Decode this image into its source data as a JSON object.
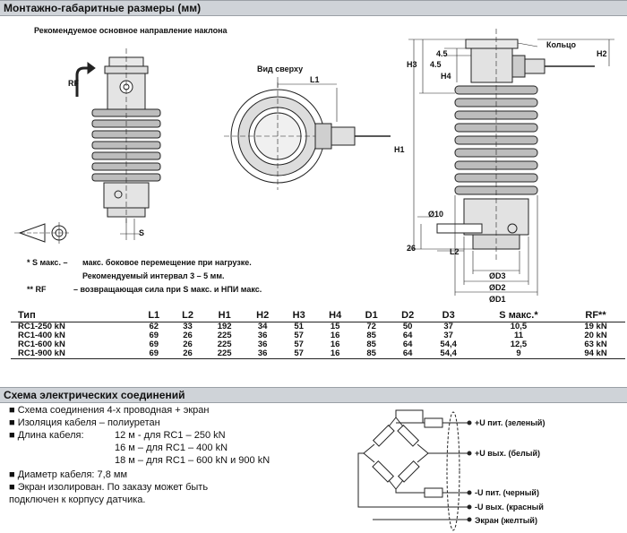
{
  "section1": {
    "title": "Монтажно-габаритные размеры (мм)"
  },
  "drawing": {
    "front_caption": "Рекомендуемое основное направление наклона",
    "rf": "RF",
    "s": "S",
    "top_view": "Вид сверху",
    "l1": "L1",
    "ring": "Кольцо",
    "dim_45a": "4.5",
    "dim_45b": "4.5",
    "h3": "H3",
    "h4": "H4",
    "h2": "H2",
    "h1": "H1",
    "d10": "Ø10",
    "d26": "26",
    "l2": "L2",
    "d3": "ØD3",
    "d2": "ØD2",
    "d1": "ØD1"
  },
  "notes": {
    "n1_key": "* S макс. –",
    "n1_text": "макс. боковое перемещение при нагрузке.",
    "n1_text2": "Рекомендуемый интервал 3 – 5 мм.",
    "n2_key": "** RF",
    "n2_text": "– возвращающая сила при S макс. и НПИ макс."
  },
  "table": {
    "headers": [
      "Тип",
      "L1",
      "L2",
      "H1",
      "H2",
      "H3",
      "H4",
      "D1",
      "D2",
      "D3",
      "S макс.*",
      "RF**"
    ],
    "rows": [
      [
        "RC1-250 kN",
        "62",
        "33",
        "192",
        "34",
        "51",
        "15",
        "72",
        "50",
        "37",
        "10,5",
        "19 kN"
      ],
      [
        "RC1-400 kN",
        "69",
        "26",
        "225",
        "36",
        "57",
        "16",
        "85",
        "64",
        "37",
        "11",
        "20 kN"
      ],
      [
        "RC1-600 kN",
        "69",
        "26",
        "225",
        "36",
        "57",
        "16",
        "85",
        "64",
        "54,4",
        "12,5",
        "63 kN"
      ],
      [
        "RC1-900 kN",
        "69",
        "26",
        "225",
        "36",
        "57",
        "16",
        "85",
        "64",
        "54,4",
        "9",
        "94 kN"
      ]
    ]
  },
  "section2": {
    "title": "Схема электрических соединений"
  },
  "elec": {
    "bullet": "■",
    "l1": "Схема соединения 4-х проводная + экран",
    "l2": "Изоляция кабеля – полиуретан",
    "l3": "Длина кабеля:",
    "l3a": "12 м  - для RC1 – 250 kN",
    "l3b": "16 м – для RC1 – 400 kN",
    "l3c": "18 м – для RC1 – 600 kN и 900 kN",
    "l4": "Диаметр кабеля: 7,8 мм",
    "l5": "Экран изолирован. По заказу может быть",
    "l6": "подключен к корпусу датчика.",
    "w1": "+U пит. (зеленый)",
    "w2": "+U вых. (белый)",
    "w3": "-U пит. (черный)",
    "w4": "-U вых. (красный",
    "w5": "Экран (желтый)"
  }
}
